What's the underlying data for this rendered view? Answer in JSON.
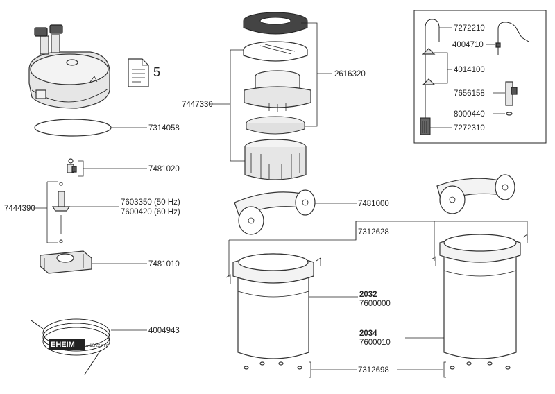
{
  "manual_reference": "5",
  "labels": {
    "p7314058": "7314058",
    "p7481020": "7481020",
    "p7444390": "7444390",
    "p7603350": "7603350 (50 Hz)",
    "p7600420": "7600420 (60 Hz)",
    "p7481010": "7481010",
    "p4004943": "4004943",
    "p2616320": "2616320",
    "p7447330": "7447330",
    "p7481000": "7481000",
    "p7312628": "7312628",
    "p7600000": "7600000",
    "p7600010": "7600010",
    "p7312698": "7312698",
    "p7272210": "7272210",
    "p4004710": "4004710",
    "p4014100": "4014100",
    "p7656158": "7656158",
    "p8000440": "8000440",
    "p7272310": "7272310"
  },
  "models": {
    "small": "2032",
    "large": "2034"
  },
  "hose_brand": "EHEIM",
  "hose_size": "⌀ 16/22 mm"
}
